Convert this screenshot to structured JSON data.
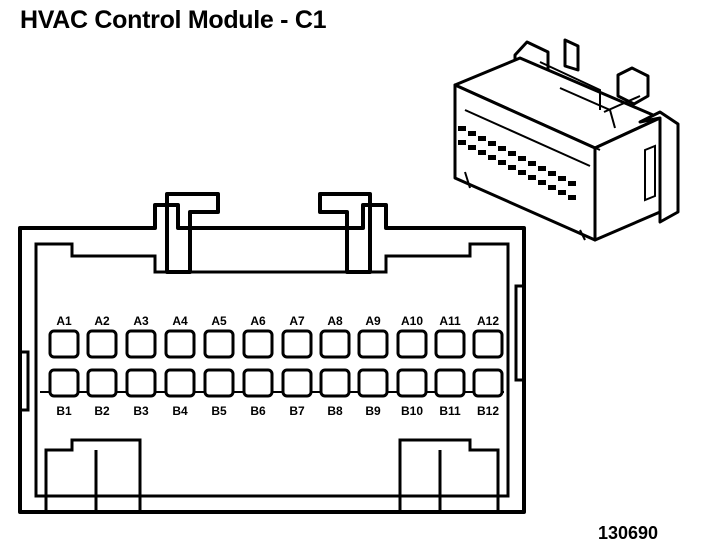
{
  "title": "HVAC Control Module - C1",
  "figure_id": "130690",
  "pins_row_a": [
    "A1",
    "A2",
    "A3",
    "A4",
    "A5",
    "A6",
    "A7",
    "A8",
    "A9",
    "A10",
    "A11",
    "A12"
  ],
  "pins_row_b": [
    "B1",
    "B2",
    "B3",
    "B4",
    "B5",
    "B6",
    "B7",
    "B8",
    "B9",
    "B10",
    "B11",
    "B12"
  ]
}
